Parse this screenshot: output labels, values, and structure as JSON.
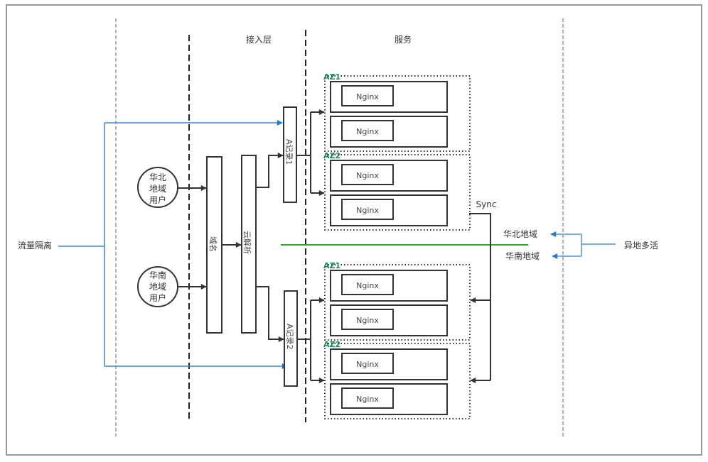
{
  "headers": {
    "access_layer": "接入层",
    "service": "服务"
  },
  "left_label": "流量隔离",
  "right_label": "异地多活",
  "users": [
    {
      "lines": [
        "华北",
        "地域",
        "用户"
      ]
    },
    {
      "lines": [
        "华南",
        "地域",
        "用户"
      ]
    }
  ],
  "domain_box": "域名",
  "dns_box": "云解析",
  "a_records": [
    "A记录1",
    "A记录2"
  ],
  "regions": [
    "华北地域",
    "华南地域"
  ],
  "sync_label": "Sync",
  "groups": [
    {
      "zones": [
        {
          "name": "AZ1",
          "nodes": [
            "Nginx",
            "Nginx"
          ]
        },
        {
          "name": "AZ2",
          "nodes": [
            "Nginx",
            "Nginx"
          ]
        }
      ]
    },
    {
      "zones": [
        {
          "name": "AZ1",
          "nodes": [
            "Nginx",
            "Nginx"
          ]
        },
        {
          "name": "AZ2",
          "nodes": [
            "Nginx",
            "Nginx"
          ]
        }
      ]
    }
  ],
  "colors": {
    "flow": "#333333",
    "isolation": "#3a86d6",
    "divider": "#2ea52e",
    "az_label": "#1d8a55"
  }
}
